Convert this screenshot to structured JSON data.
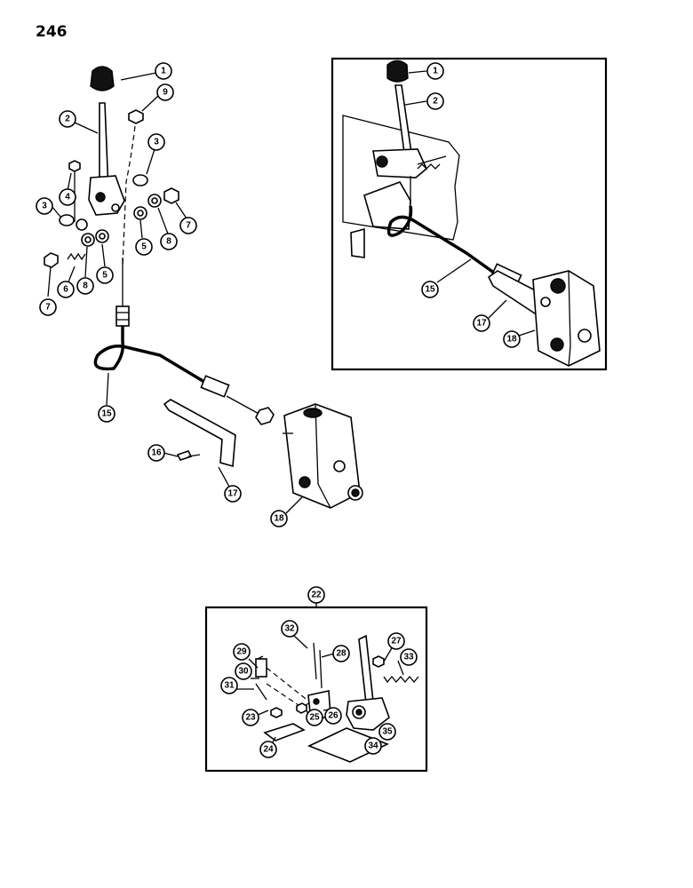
{
  "page": {
    "page_number": "246"
  },
  "callouts_main": [
    "1",
    "9",
    "2",
    "3",
    "4",
    "3",
    "5",
    "8",
    "7",
    "7",
    "6",
    "8",
    "5",
    "15",
    "16",
    "17",
    "18"
  ],
  "callouts_inset": [
    "1",
    "2",
    "15",
    "17",
    "18"
  ],
  "callouts_detail": [
    "22",
    "32",
    "28",
    "27",
    "29",
    "30",
    "33",
    "31",
    "23",
    "25",
    "26",
    "24",
    "34",
    "35"
  ]
}
